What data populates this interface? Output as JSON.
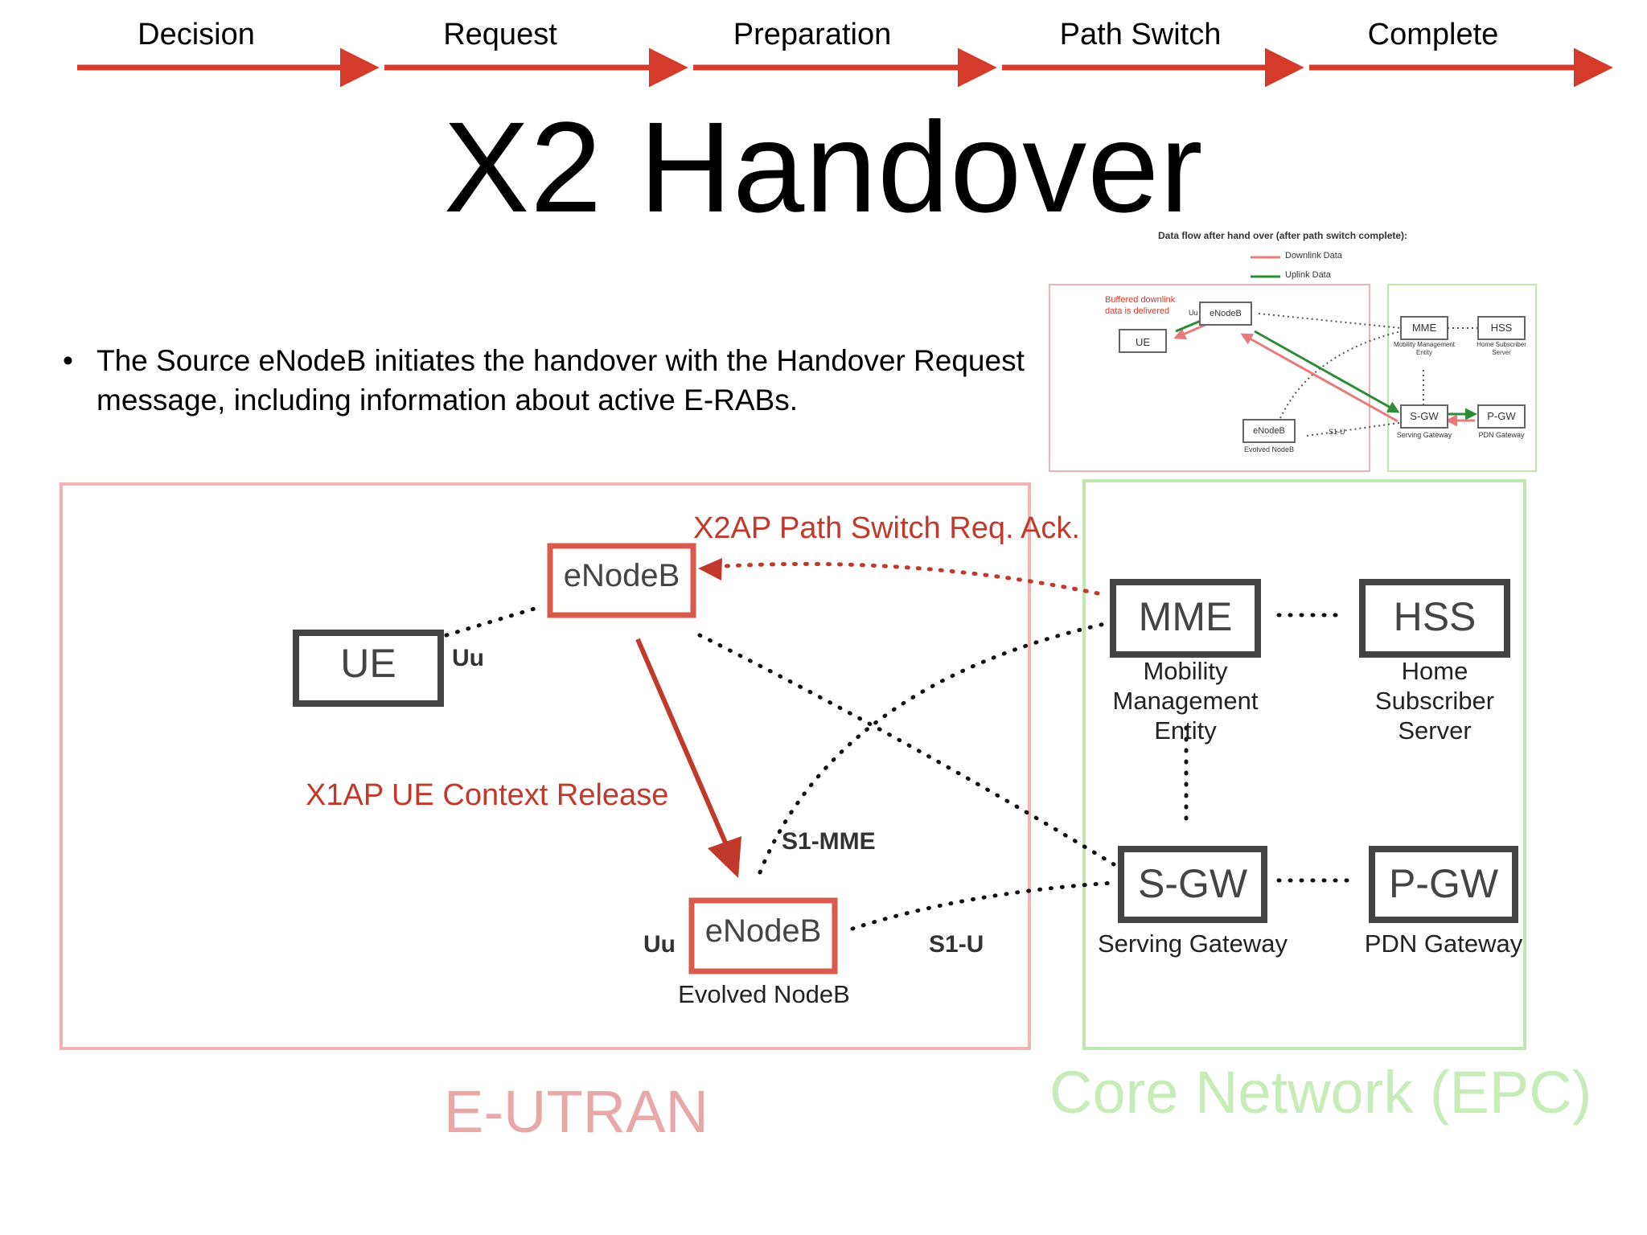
{
  "phases": [
    "Decision",
    "Request",
    "Preparation",
    "Path Switch",
    "Complete"
  ],
  "title": "X2 Handover",
  "bullet": "The Source eNodeB initiates the handover with the Handover Request message, including information about active E-RABs.",
  "nodes": {
    "ue": "UE",
    "enodeb_source": "eNodeB",
    "enodeb_target": "eNodeB",
    "enodeb_target_sub": "Evolved NodeB",
    "mme": "MME",
    "mme_sub": "Mobility Management Entity",
    "hss": "HSS",
    "hss_sub": "Home Subscriber Server",
    "sgw": "S-GW",
    "sgw_sub": "Serving Gateway",
    "pgw": "P-GW",
    "pgw_sub": "PDN Gateway"
  },
  "links": {
    "uu_source": "Uu",
    "uu_target": "Uu",
    "s1_mme": "S1-MME",
    "s1_u": "S1-U"
  },
  "messages": {
    "path_switch_ack": "X2AP Path Switch Req. Ack.",
    "context_release": "X1AP UE Context Release"
  },
  "domains": {
    "eutran": "E-UTRAN",
    "epc": "Core Network (EPC)"
  },
  "inset": {
    "title": "Data flow after hand over (after path switch complete):",
    "legend_downlink": "Downlink Data",
    "legend_uplink": "Uplink Data",
    "buffered_note": "Buffered downlink data is delivered",
    "ue": "UE",
    "uu": "Uu",
    "enodeb_top": "eNodeB",
    "enodeb_bottom": "eNodeB",
    "enodeb_bottom_sub": "Evolved NodeB",
    "s1u": "S1-U",
    "mme": "MME",
    "mme_sub": "Mobility Management Entity",
    "hss": "HSS",
    "hss_sub": "Home Subscriber Server",
    "sgw": "S-GW",
    "sgw_sub": "Serving Gateway",
    "pgw": "P-GW",
    "pgw_sub": "PDN Gateway"
  },
  "colors": {
    "phase_arrow": "#d63a2a",
    "eutran": "#f0b3b3",
    "epc": "#bfe8b0",
    "eutran_text": "#e8a8a8",
    "epc_text": "#c6ecb8",
    "enodeb_border": "#d9594c",
    "node_border": "#444444",
    "message": "#c0392b",
    "uplink": "#2e8b3a",
    "downlink": "#e87a7a"
  }
}
